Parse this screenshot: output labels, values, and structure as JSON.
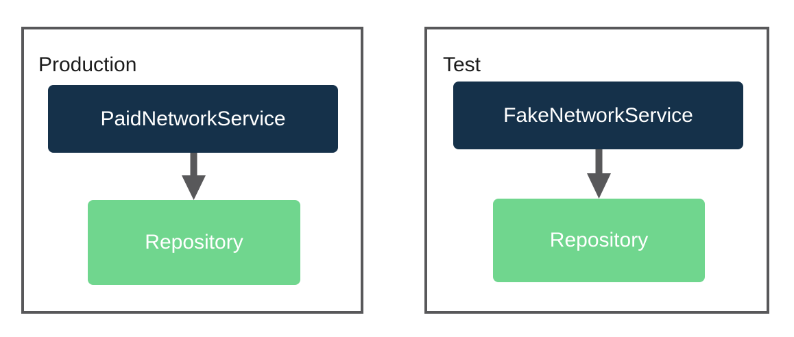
{
  "diagram": {
    "type": "architecture-comparison",
    "background": "#ffffff",
    "palette": {
      "container_border": "#58585a",
      "service_box": "#15314a",
      "repository_box": "#70d68e",
      "arrow": "#58585a",
      "container_label_text": "#1c1c1c",
      "node_text": "#ffffff"
    },
    "panels": [
      {
        "id": "production",
        "label": "Production",
        "nodes": [
          {
            "id": "paid-network-service",
            "label": "PaidNetworkService",
            "kind": "service"
          },
          {
            "id": "repository",
            "label": "Repository",
            "kind": "repository"
          }
        ],
        "edges": [
          {
            "from": "PaidNetworkService",
            "to": "Repository",
            "style": "solid-arrow",
            "direction": "down"
          }
        ]
      },
      {
        "id": "test",
        "label": "Test",
        "nodes": [
          {
            "id": "fake-network-service",
            "label": "FakeNetworkService",
            "kind": "service"
          },
          {
            "id": "repository",
            "label": "Repository",
            "kind": "repository"
          }
        ],
        "edges": [
          {
            "from": "FakeNetworkService",
            "to": "Repository",
            "style": "solid-arrow",
            "direction": "down"
          }
        ]
      }
    ]
  }
}
